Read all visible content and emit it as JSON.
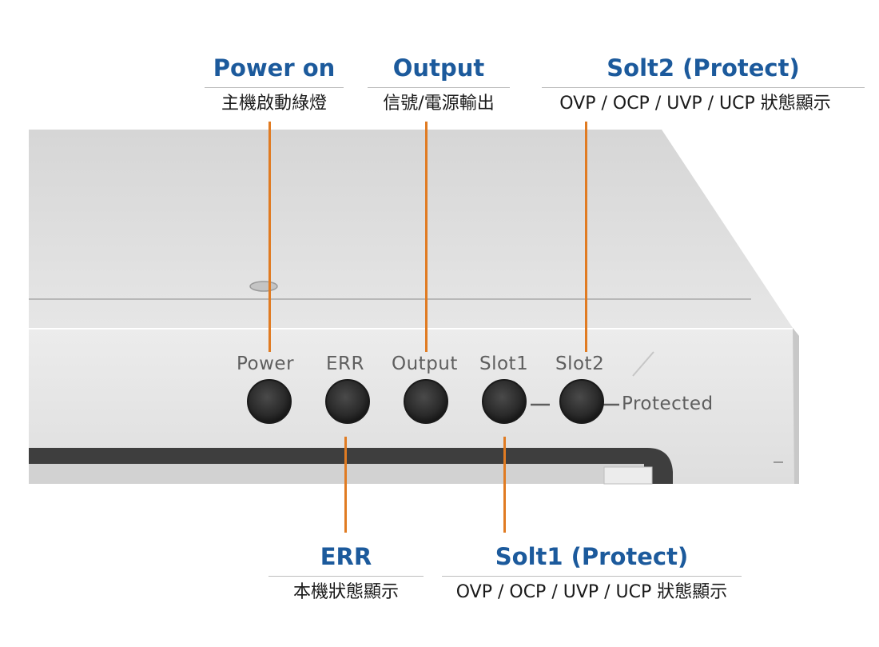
{
  "colors": {
    "title": "#1c5a9c",
    "leader": "#e07b22",
    "panel_text": "#5e5e5e",
    "chassis_top": "#dcdcdc",
    "chassis_front": "#e4e4e4",
    "button": "#2b2b2b"
  },
  "callouts": {
    "power_on": {
      "title": "Power on",
      "desc": "主機啟動綠燈"
    },
    "output": {
      "title": "Output",
      "desc": "信號/電源輸出"
    },
    "slot2": {
      "title": "Solt2 (Protect)",
      "desc": "OVP / OCP / UVP / UCP 狀態顯示"
    },
    "err": {
      "title": "ERR",
      "desc": "本機狀態顯示"
    },
    "slot1": {
      "title": "Solt1 (Protect)",
      "desc": "OVP / OCP / UVP / UCP 狀態顯示"
    }
  },
  "panel": {
    "power": "Power",
    "err": "ERR",
    "output": "Output",
    "slot1": "Slot1",
    "slot2": "Slot2",
    "protected": "Protected"
  }
}
